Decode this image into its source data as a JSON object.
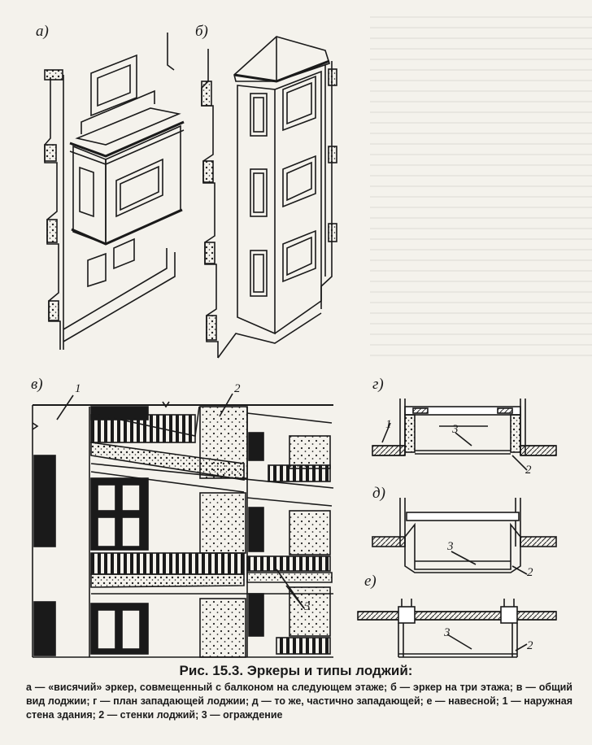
{
  "panels": {
    "a": "а)",
    "b": "б)",
    "v": "в)",
    "g": "г)",
    "d": "д)",
    "e": "е)"
  },
  "labels": {
    "wall": "1",
    "loggia_walls": "2",
    "fence": "3"
  },
  "caption": {
    "title": "Рис. 15.3. Эркеры и типы лоджий:",
    "text": "а — «висячий» эркер, совмещенный с балконом на следующем этаже; б — эркер на три этажа; в — общий вид лоджии; г — план западающей лоджии; д — то же, частично западающей; е — навесной; 1 — наружная стена здания; 2 — стенки лоджий; 3 — ограждение"
  }
}
